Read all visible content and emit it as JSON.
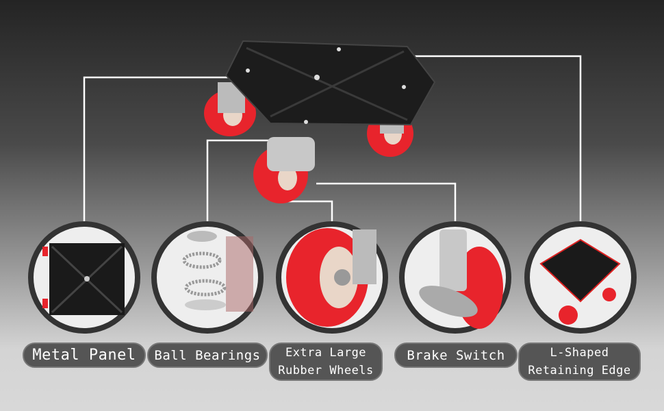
{
  "features": [
    {
      "label": "Metal Panel"
    },
    {
      "label": "Ball Bearings"
    },
    {
      "label_line1": "Extra Large",
      "label_line2": "Rubber Wheels"
    },
    {
      "label": "Brake Switch"
    },
    {
      "label_line1": "L-Shaped",
      "label_line2": "Retaining Edge"
    }
  ],
  "colors": {
    "wheel": "#e8242c",
    "panel": "#1c1c1c",
    "pill": "#555555",
    "callout_line": "#ffffff"
  }
}
